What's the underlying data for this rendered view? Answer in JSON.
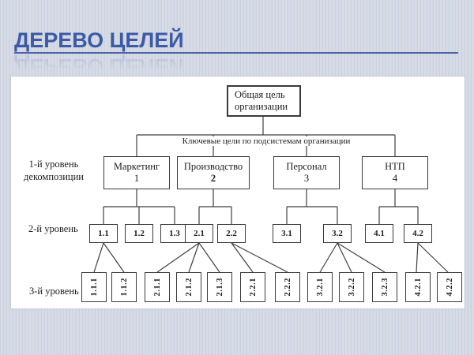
{
  "slide": {
    "title": "ДЕРЕВО ЦЕЛЕЙ"
  },
  "colors": {
    "title_color": "#3c5ba6",
    "underline_color": "#4d63a8",
    "background": "#d3d8e3",
    "panel": "#ffffff",
    "box_border": "#3a3a3a"
  },
  "diagram": {
    "root_label": "Общая цель организации",
    "bracket_label": "Ключевые цели по подсистемам организации",
    "row_labels": {
      "level1": "1-й уровень декомпозиции",
      "level2": "2-й уровень",
      "level3": "3-й уровень"
    },
    "level1": [
      {
        "name": "Маркетинг",
        "num": "1"
      },
      {
        "name": "Производство",
        "num": "2"
      },
      {
        "name": "Персонал",
        "num": "3"
      },
      {
        "name": "НТП",
        "num": "4"
      }
    ],
    "level2": [
      "1.1",
      "1.2",
      "1.3",
      "2.1",
      "2.2",
      "3.1",
      "3.2",
      "4.1",
      "4.2"
    ],
    "level3": [
      "1.1.1",
      "1.1.2",
      "2.1.1",
      "2.1.2",
      "2.1.3",
      "2.2.1",
      "2.2.2",
      "3.2.1",
      "3.2.2",
      "3.2.3",
      "4.2.1",
      "4.2.2"
    ]
  }
}
